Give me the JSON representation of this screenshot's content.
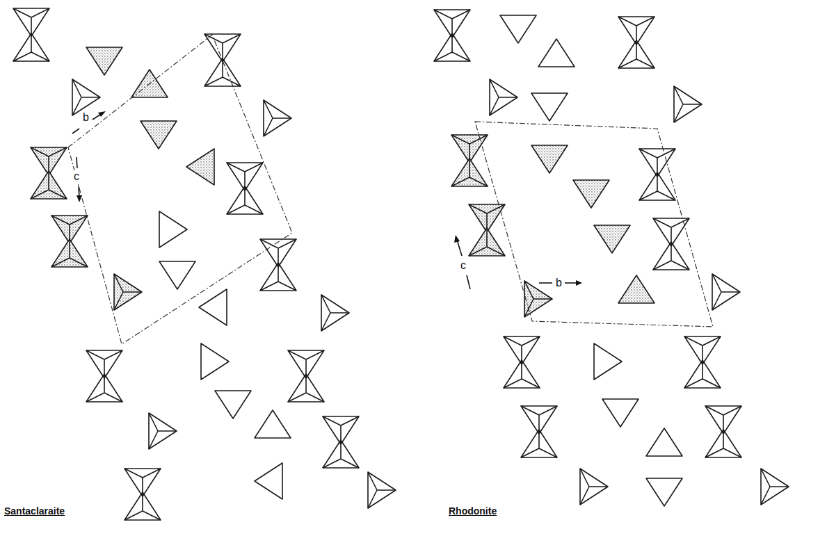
{
  "diagram": {
    "labels": [
      "b",
      "c",
      "c",
      "b",
      "Santaclaraite",
      "Rhodonite"
    ]
  }
}
